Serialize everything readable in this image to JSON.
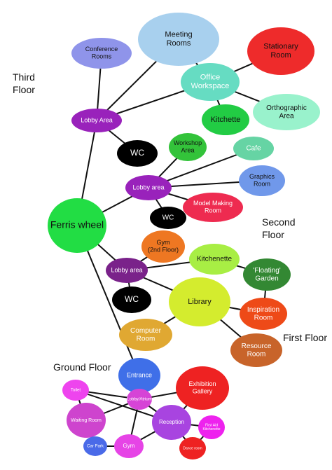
{
  "floors": {
    "third": [
      "Third",
      "Floor"
    ],
    "second": [
      "Second",
      "Floor"
    ],
    "first": [
      "First Floor"
    ],
    "ground": [
      "Ground Floor"
    ]
  },
  "nodes": {
    "ferris_wheel": {
      "label": [
        "Ferris wheel"
      ],
      "color": "#22dd44"
    },
    "lobby_third": {
      "label": [
        "Lobby Area"
      ],
      "color": "#9922bb"
    },
    "conference_rooms": {
      "label": [
        "Conference",
        "Rooms"
      ],
      "color": "#8f94ea"
    },
    "meeting_rooms": {
      "label": [
        "Meeting",
        "Rooms"
      ],
      "color": "#a8d0ee"
    },
    "office_workspace": {
      "label": [
        "Office",
        "Workspace"
      ],
      "color": "#66dcc2"
    },
    "stationary_room": {
      "label": [
        "Stationary",
        "Room"
      ],
      "color": "#ee2b2b"
    },
    "orthographic_area": {
      "label": [
        "Orthographic",
        "Area"
      ],
      "color": "#99f2cc"
    },
    "kitchette": {
      "label": [
        "Kitchette"
      ],
      "color": "#22cc44"
    },
    "wc_third": {
      "label": [
        "WC"
      ],
      "color": "#000000"
    },
    "lobby_second": {
      "label": [
        "Lobby area"
      ],
      "color": "#9922bb"
    },
    "workshop_area": {
      "label": [
        "Workshop",
        "Area"
      ],
      "color": "#33c33a"
    },
    "cafe": {
      "label": [
        "Cafe"
      ],
      "color": "#66d4a4"
    },
    "graphics_room": {
      "label": [
        "Graphics",
        "Room"
      ],
      "color": "#7098ea"
    },
    "model_making_room": {
      "label": [
        "Model Making",
        "Room"
      ],
      "color": "#ee2b50"
    },
    "wc_second": {
      "label": [
        "WC"
      ],
      "color": "#000000"
    },
    "lobby_first": {
      "label": [
        "Lobby area"
      ],
      "color": "#7a228a"
    },
    "gym_2nd": {
      "label": [
        "Gym",
        "(2nd Floor)"
      ],
      "color": "#ee7722"
    },
    "kitchenette": {
      "label": [
        "Kitchenette"
      ],
      "color": "#a8ee44"
    },
    "floating_garden": {
      "label": [
        "'Floating'",
        "Garden"
      ],
      "color": "#338833"
    },
    "library": {
      "label": [
        "Library"
      ],
      "color": "#d4ec2e"
    },
    "inspiration_room": {
      "label": [
        "Inspiration",
        "Room"
      ],
      "color": "#ee4a18"
    },
    "computer_room": {
      "label": [
        "Computer",
        "Room"
      ],
      "color": "#e0a832"
    },
    "resource_room": {
      "label": [
        "Resource",
        "Room"
      ],
      "color": "#c8642a"
    },
    "wc_first": {
      "label": [
        "WC"
      ],
      "color": "#000000"
    },
    "entrance": {
      "label": [
        "Entrance"
      ],
      "color": "#3f6fe8"
    },
    "exhibition_gallery": {
      "label": [
        "Exhibition",
        "Gallery"
      ],
      "color": "#ee2222"
    },
    "toilet": {
      "label": [
        "Toilet"
      ],
      "color": "#ee44ee"
    },
    "lobby_atrium": {
      "label": [
        "Lobby/Atrium"
      ],
      "color": "#d644d6"
    },
    "waiting_room": {
      "label": [
        "Waiting Room"
      ],
      "color": "#ce44ce"
    },
    "reception": {
      "label": [
        "Reception"
      ],
      "color": "#a844e0"
    },
    "first_aid_kitchenette": {
      "label": [
        "First Aid",
        "Kitchenette"
      ],
      "color": "#ee22ee"
    },
    "car_park": {
      "label": [
        "Car Park"
      ],
      "color": "#4a6ae8"
    },
    "gym_ground": {
      "label": [
        "Gym"
      ],
      "color": "#e644e6"
    },
    "dance_room": {
      "label": [
        "Dance room"
      ],
      "color": "#ee2222"
    }
  }
}
